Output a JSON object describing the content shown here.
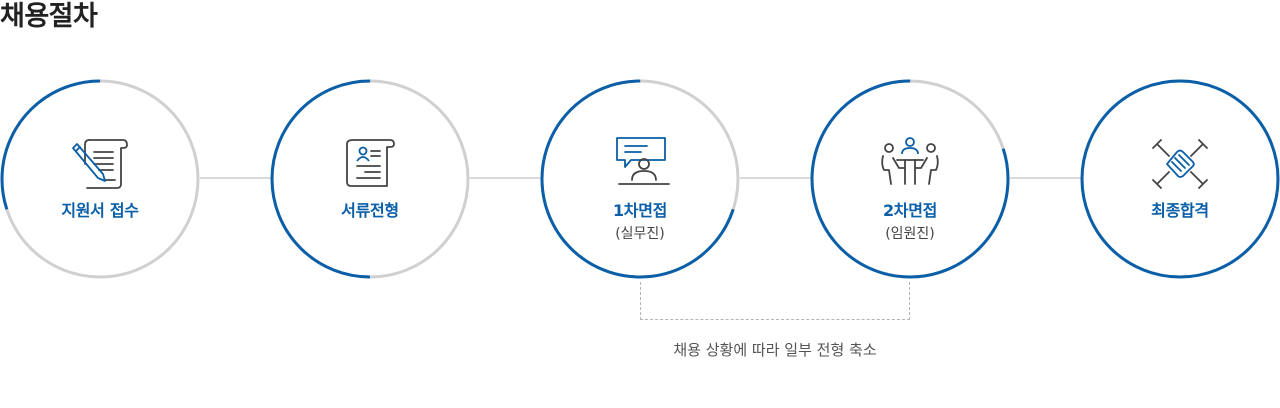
{
  "page_title": "채용절차",
  "colors": {
    "accent": "#0a5fa8",
    "track": "#d0d0d0",
    "connector": "#d9d9d9"
  },
  "steps": [
    {
      "label": "지원서 접수",
      "sub": "",
      "icon": "document-pen-icon",
      "progress": 0.3
    },
    {
      "label": "서류전형",
      "sub": "",
      "icon": "resume-icon",
      "progress": 0.5
    },
    {
      "label": "1차면접",
      "sub": "(실무진)",
      "icon": "interview-icon",
      "progress": 0.7
    },
    {
      "label": "2차면접",
      "sub": "(임원진)",
      "icon": "meeting-table-icon",
      "progress": 0.8
    },
    {
      "label": "최종합격",
      "sub": "",
      "icon": "handshake-icon",
      "progress": 1.0
    }
  ],
  "note": "채용 상황에 따라 일부 전형 축소"
}
